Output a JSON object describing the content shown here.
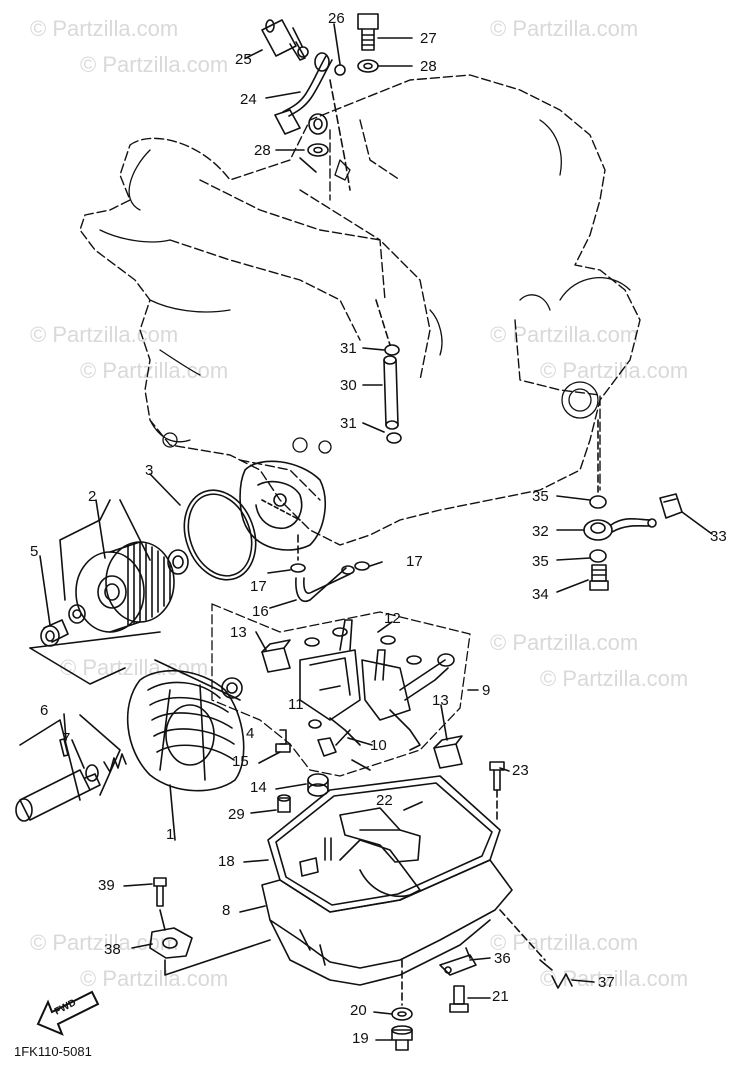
{
  "watermark": "© Partzilla.com",
  "diagram_code": "1FK110-5081",
  "fwd_label": "FWD",
  "callouts": [
    {
      "num": "1"
    },
    {
      "num": "2"
    },
    {
      "num": "3"
    },
    {
      "num": "4"
    },
    {
      "num": "5"
    },
    {
      "num": "6"
    },
    {
      "num": "7"
    },
    {
      "num": "8"
    },
    {
      "num": "9"
    },
    {
      "num": "10"
    },
    {
      "num": "11"
    },
    {
      "num": "12"
    },
    {
      "num": "13"
    },
    {
      "num": "13"
    },
    {
      "num": "14"
    },
    {
      "num": "15"
    },
    {
      "num": "16"
    },
    {
      "num": "17"
    },
    {
      "num": "17"
    },
    {
      "num": "18"
    },
    {
      "num": "19"
    },
    {
      "num": "20"
    },
    {
      "num": "21"
    },
    {
      "num": "22"
    },
    {
      "num": "23"
    },
    {
      "num": "24"
    },
    {
      "num": "25"
    },
    {
      "num": "26"
    },
    {
      "num": "27"
    },
    {
      "num": "28"
    },
    {
      "num": "28"
    },
    {
      "num": "29"
    },
    {
      "num": "30"
    },
    {
      "num": "31"
    },
    {
      "num": "31"
    },
    {
      "num": "32"
    },
    {
      "num": "33"
    },
    {
      "num": "34"
    },
    {
      "num": "35"
    },
    {
      "num": "35"
    },
    {
      "num": "36"
    },
    {
      "num": "37"
    },
    {
      "num": "38"
    },
    {
      "num": "39"
    }
  ]
}
